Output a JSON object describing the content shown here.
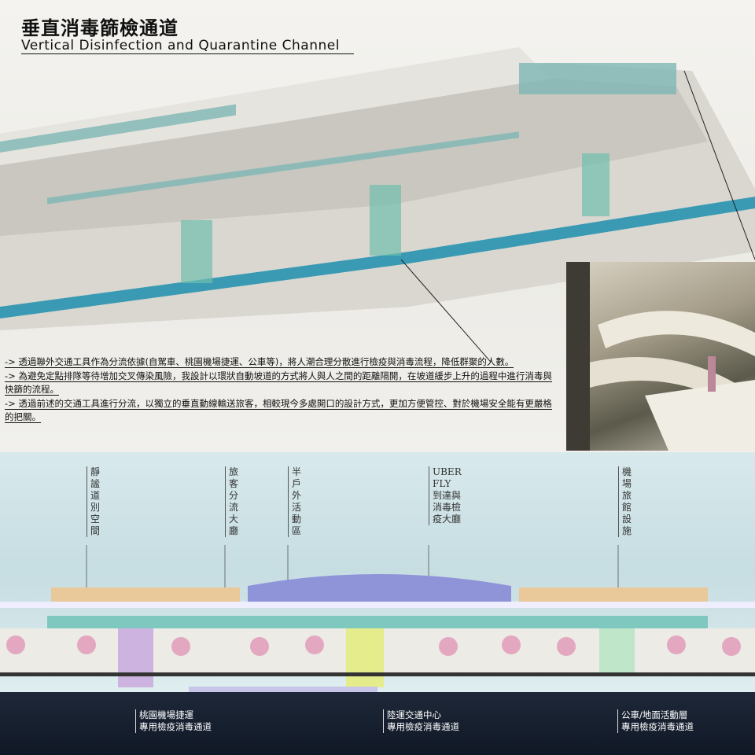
{
  "header": {
    "title": "垂直消毒篩檢通道",
    "subtitle": "Vertical Disinfection and Quarantine Channel"
  },
  "description": [
    "-> 透過聯外交通工具作為分流依據(自駕車、桃園機場捷運、公車等)，將人潮合理分散進行檢疫與消毒流程，降低群聚的人數。",
    " -> 為避免定點排隊等待增加交叉傳染風險，我設計以環狀自動坡道的方式將人與人之間的距離隔開，在坡道緩步上升的過程中進行消毒與快篩的流程。",
    " -> 透過前述的交通工具進行分流，以獨立的垂直動線輸送旅客，相較現今多處開口的設計方式，更加方便管控、對於機場安全能有更嚴格的把關。"
  ],
  "section_labels": [
    "靜\n謐\n道\n別\n空\n間",
    "旅\n客\n分\n流\n大\n廳",
    "半\n戶\n外\n活\n動\n區",
    "UBER\nFLY\n到達與\n消毒檢\n疫大廳",
    "機\n場\n旅\n館\n設\n施"
  ],
  "channel_labels": [
    "桃園機場捷運\n專用檢疫消毒通道",
    "陸運交通中心\n專用檢疫消毒通道",
    "公車/地面活動層\n專用檢疫消毒通道"
  ],
  "colors": {
    "purple": "#cdb3e0",
    "yellow": "#e4ec8c",
    "green": "#bfe6c8",
    "roof": "#8f93d8"
  }
}
